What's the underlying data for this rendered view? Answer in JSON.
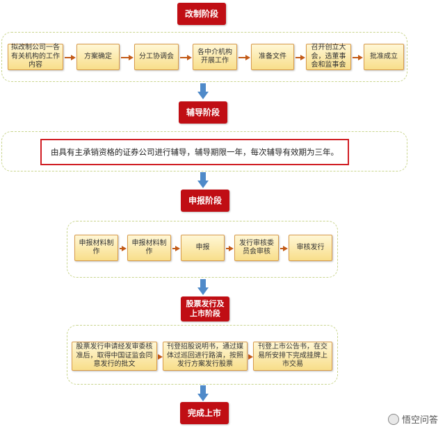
{
  "stages": {
    "reform": "改制阶段",
    "tutoring": "辅导阶段",
    "application": "申报阶段",
    "issuance": "股票发行及上市阶段",
    "complete": "完成上市"
  },
  "reform_steps": [
    "拟改制公司一各有关机构的工作内容",
    "方案确定",
    "分工协调会",
    "各中介机构开展工作",
    "准备文件",
    "召开创立大会，选董事会和监事会",
    "批准成立"
  ],
  "tutoring_note": "由具有主承销资格的证券公司进行辅导，辅导期限一年，每次辅导有效期为三年。",
  "application_steps": [
    "申报材料制作",
    "申报材料制作",
    "申报",
    "发行审核委员会审核",
    "审核发行"
  ],
  "issuance_steps": [
    "股票发行申请经发审委核准后，取得中国证监会同意发行的批文",
    "刊登招股说明书，通过媒体过巡回进行路演，按照发行方案发行股票",
    "刊登上市公告书，在交易所安排下完成挂牌上市交易"
  ],
  "watermark": "悟空问答",
  "colors": {
    "stage_red": "#c00e14",
    "arrow_blue": "#4f8ac9",
    "box_fill": "#f8de8a",
    "box_border": "#d79a4a",
    "panel_border": "#c9d58d"
  }
}
